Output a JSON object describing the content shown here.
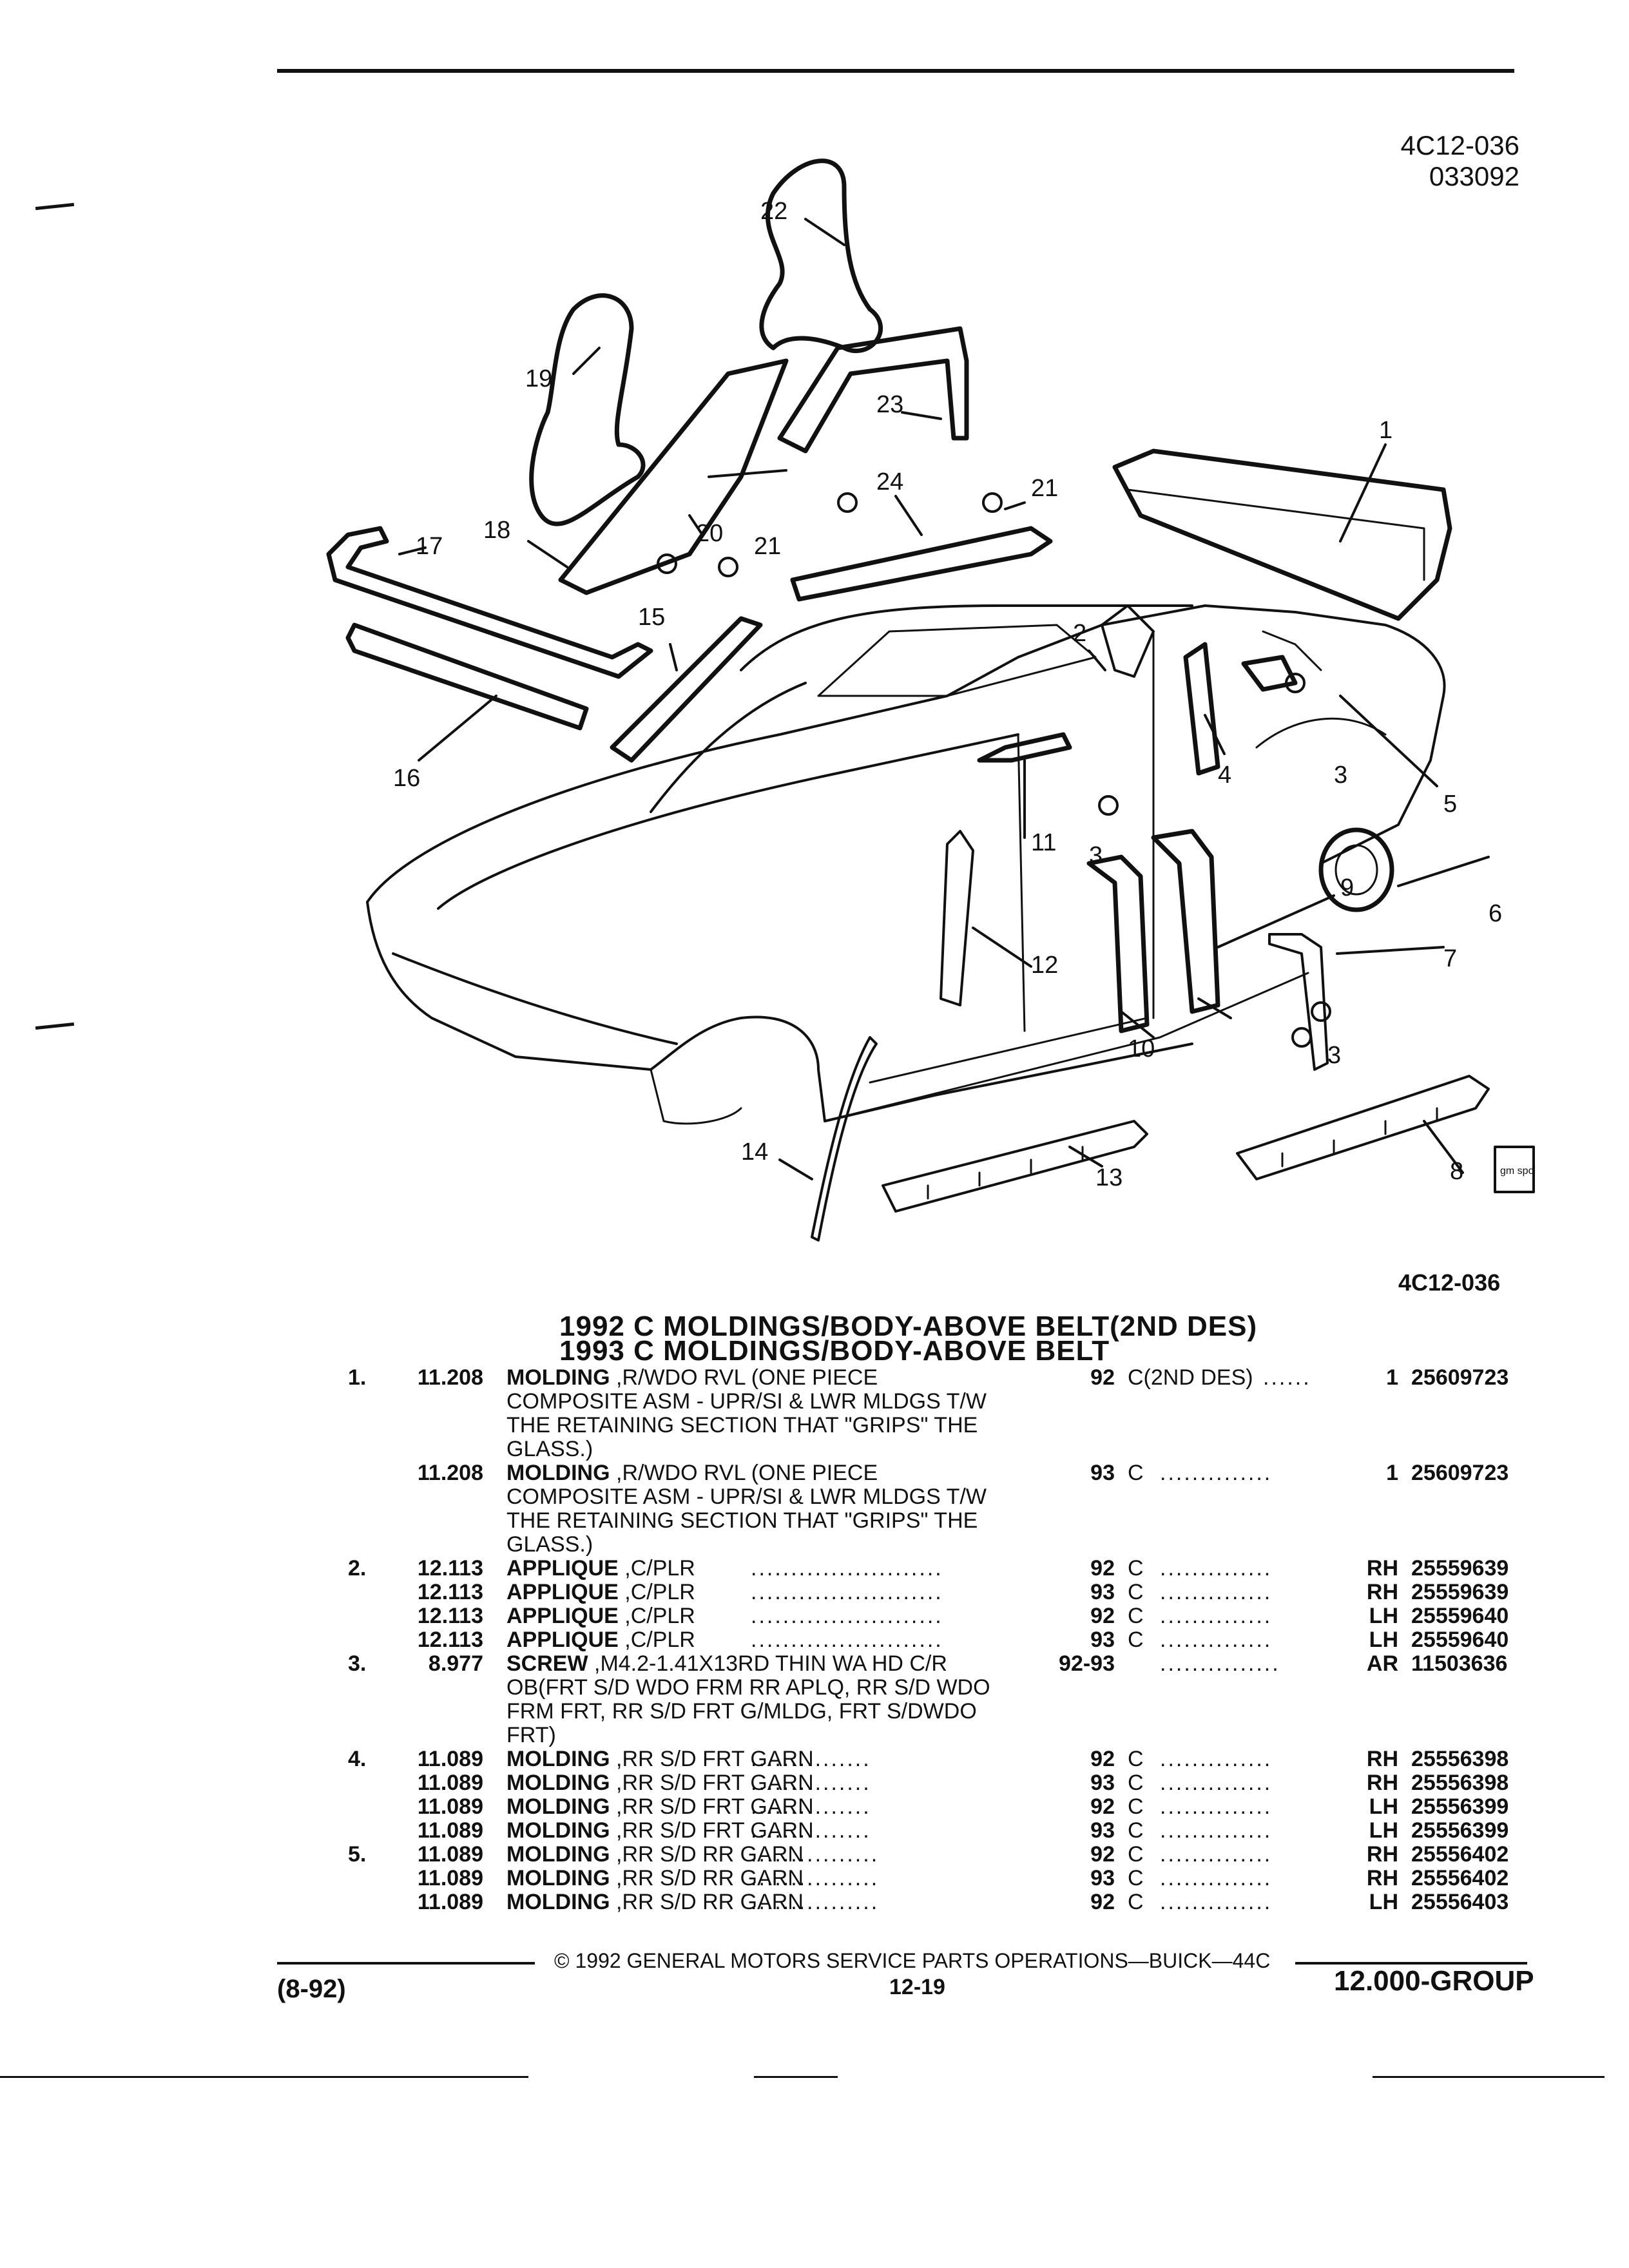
{
  "header": {
    "code_line1": "4C12-036",
    "code_line2": "033092"
  },
  "figure": {
    "id": "4C12-036",
    "callouts": [
      "1",
      "2",
      "3",
      "3",
      "3",
      "4",
      "5",
      "6",
      "7",
      "8",
      "9",
      "10",
      "11",
      "12",
      "13",
      "14",
      "15",
      "16",
      "17",
      "18",
      "19",
      "20",
      "21",
      "21",
      "22",
      "23",
      "24"
    ],
    "logo_text": "gm spo"
  },
  "title": {
    "line1": "1992 C MOLDINGS/BODY-ABOVE BELT(2ND DES)",
    "line2": "1993 C MOLDINGS/BODY-ABOVE BELT"
  },
  "parts": [
    {
      "key": "1.",
      "group": "11.208",
      "name": "MOLDING",
      "desc": " ,R/WDO RVL (ONE PIECE",
      "year": "92",
      "series": "C(2ND DES)",
      "dots2": "......",
      "qty": "1",
      "number": "25609723"
    },
    {
      "key": "",
      "group": "",
      "name": "",
      "desc": "COMPOSITE ASM - UPR/SI & LWR MLDGS T/W",
      "year": "",
      "series": "",
      "dots2": "",
      "qty": "",
      "number": ""
    },
    {
      "key": "",
      "group": "",
      "name": "",
      "desc": "THE RETAINING SECTION THAT \"GRIPS\" THE",
      "year": "",
      "series": "",
      "dots2": "",
      "qty": "",
      "number": ""
    },
    {
      "key": "",
      "group": "",
      "name": "",
      "desc": "GLASS.)",
      "year": "",
      "series": "",
      "dots2": "",
      "qty": "",
      "number": ""
    },
    {
      "key": "",
      "group": "11.208",
      "name": "MOLDING",
      "desc": " ,R/WDO RVL (ONE PIECE",
      "year": "93",
      "series": "C",
      "dots2": "..............",
      "qty": "1",
      "number": "25609723"
    },
    {
      "key": "",
      "group": "",
      "name": "",
      "desc": "COMPOSITE ASM - UPR/SI & LWR MLDGS T/W",
      "year": "",
      "series": "",
      "dots2": "",
      "qty": "",
      "number": ""
    },
    {
      "key": "",
      "group": "",
      "name": "",
      "desc": "THE RETAINING SECTION THAT \"GRIPS\" THE",
      "year": "",
      "series": "",
      "dots2": "",
      "qty": "",
      "number": ""
    },
    {
      "key": "",
      "group": "",
      "name": "",
      "desc": "GLASS.)",
      "year": "",
      "series": "",
      "dots2": "",
      "qty": "",
      "number": ""
    },
    {
      "key": "2.",
      "group": "12.113",
      "name": "APPLIQUE",
      "desc": " ,C/PLR",
      "dots": "........................",
      "year": "92",
      "series": "C",
      "dots2": "..............",
      "qty": "RH",
      "number": "25559639"
    },
    {
      "key": "",
      "group": "12.113",
      "name": "APPLIQUE",
      "desc": " ,C/PLR",
      "dots": "........................",
      "year": "93",
      "series": "C",
      "dots2": "..............",
      "qty": "RH",
      "number": "25559639"
    },
    {
      "key": "",
      "group": "12.113",
      "name": "APPLIQUE",
      "desc": " ,C/PLR",
      "dots": "........................",
      "year": "92",
      "series": "C",
      "dots2": "..............",
      "qty": "LH",
      "number": "25559640"
    },
    {
      "key": "",
      "group": "12.113",
      "name": "APPLIQUE",
      "desc": " ,C/PLR",
      "dots": "........................",
      "year": "93",
      "series": "C",
      "dots2": "..............",
      "qty": "LH",
      "number": "25559640"
    },
    {
      "key": "3.",
      "group": "8.977",
      "name": "SCREW",
      "desc": " ,M4.2-1.41X13RD THIN WA HD C/R",
      "year": "92-93",
      "series": "",
      "dots2": "...............",
      "qty": "AR",
      "number": "11503636"
    },
    {
      "key": "",
      "group": "",
      "name": "",
      "desc": "OB(FRT S/D WDO FRM RR APLQ, RR S/D WDO",
      "year": "",
      "series": "",
      "dots2": "",
      "qty": "",
      "number": ""
    },
    {
      "key": "",
      "group": "",
      "name": "",
      "desc": "FRM FRT, RR S/D FRT G/MLDG, FRT S/DWDO",
      "year": "",
      "series": "",
      "dots2": "",
      "qty": "",
      "number": ""
    },
    {
      "key": "",
      "group": "",
      "name": "",
      "desc": "FRT)",
      "year": "",
      "series": "",
      "dots2": "",
      "qty": "",
      "number": ""
    },
    {
      "key": "4.",
      "group": "11.089",
      "name": "MOLDING",
      "desc": " ,RR S/D FRT GARN",
      "dots": "...............",
      "year": "92",
      "series": "C",
      "dots2": "..............",
      "qty": "RH",
      "number": "25556398"
    },
    {
      "key": "",
      "group": "11.089",
      "name": "MOLDING",
      "desc": " ,RR S/D FRT GARN",
      "dots": "...............",
      "year": "93",
      "series": "C",
      "dots2": "..............",
      "qty": "RH",
      "number": "25556398"
    },
    {
      "key": "",
      "group": "11.089",
      "name": "MOLDING",
      "desc": " ,RR S/D FRT GARN",
      "dots": "...............",
      "year": "92",
      "series": "C",
      "dots2": "..............",
      "qty": "LH",
      "number": "25556399"
    },
    {
      "key": "",
      "group": "11.089",
      "name": "MOLDING",
      "desc": " ,RR S/D FRT GARN",
      "dots": "...............",
      "year": "93",
      "series": "C",
      "dots2": "..............",
      "qty": "LH",
      "number": "25556399"
    },
    {
      "key": "5.",
      "group": "11.089",
      "name": "MOLDING",
      "desc": " ,RR S/D RR GARN",
      "dots": "................",
      "year": "92",
      "series": "C",
      "dots2": "..............",
      "qty": "RH",
      "number": "25556402"
    },
    {
      "key": "",
      "group": "11.089",
      "name": "MOLDING",
      "desc": " ,RR S/D RR GARN",
      "dots": "................",
      "year": "93",
      "series": "C",
      "dots2": "..............",
      "qty": "RH",
      "number": "25556402"
    },
    {
      "key": "",
      "group": "11.089",
      "name": "MOLDING",
      "desc": " ,RR S/D RR GARN",
      "dots": "................",
      "year": "92",
      "series": "C",
      "dots2": "..............",
      "qty": "LH",
      "number": "25556403"
    }
  ],
  "footer": {
    "copyright": "© 1992 GENERAL MOTORS SERVICE PARTS OPERATIONS—BUICK—44C",
    "date": "(8-92)",
    "page": "12-19",
    "group": "12.000-GROUP"
  }
}
